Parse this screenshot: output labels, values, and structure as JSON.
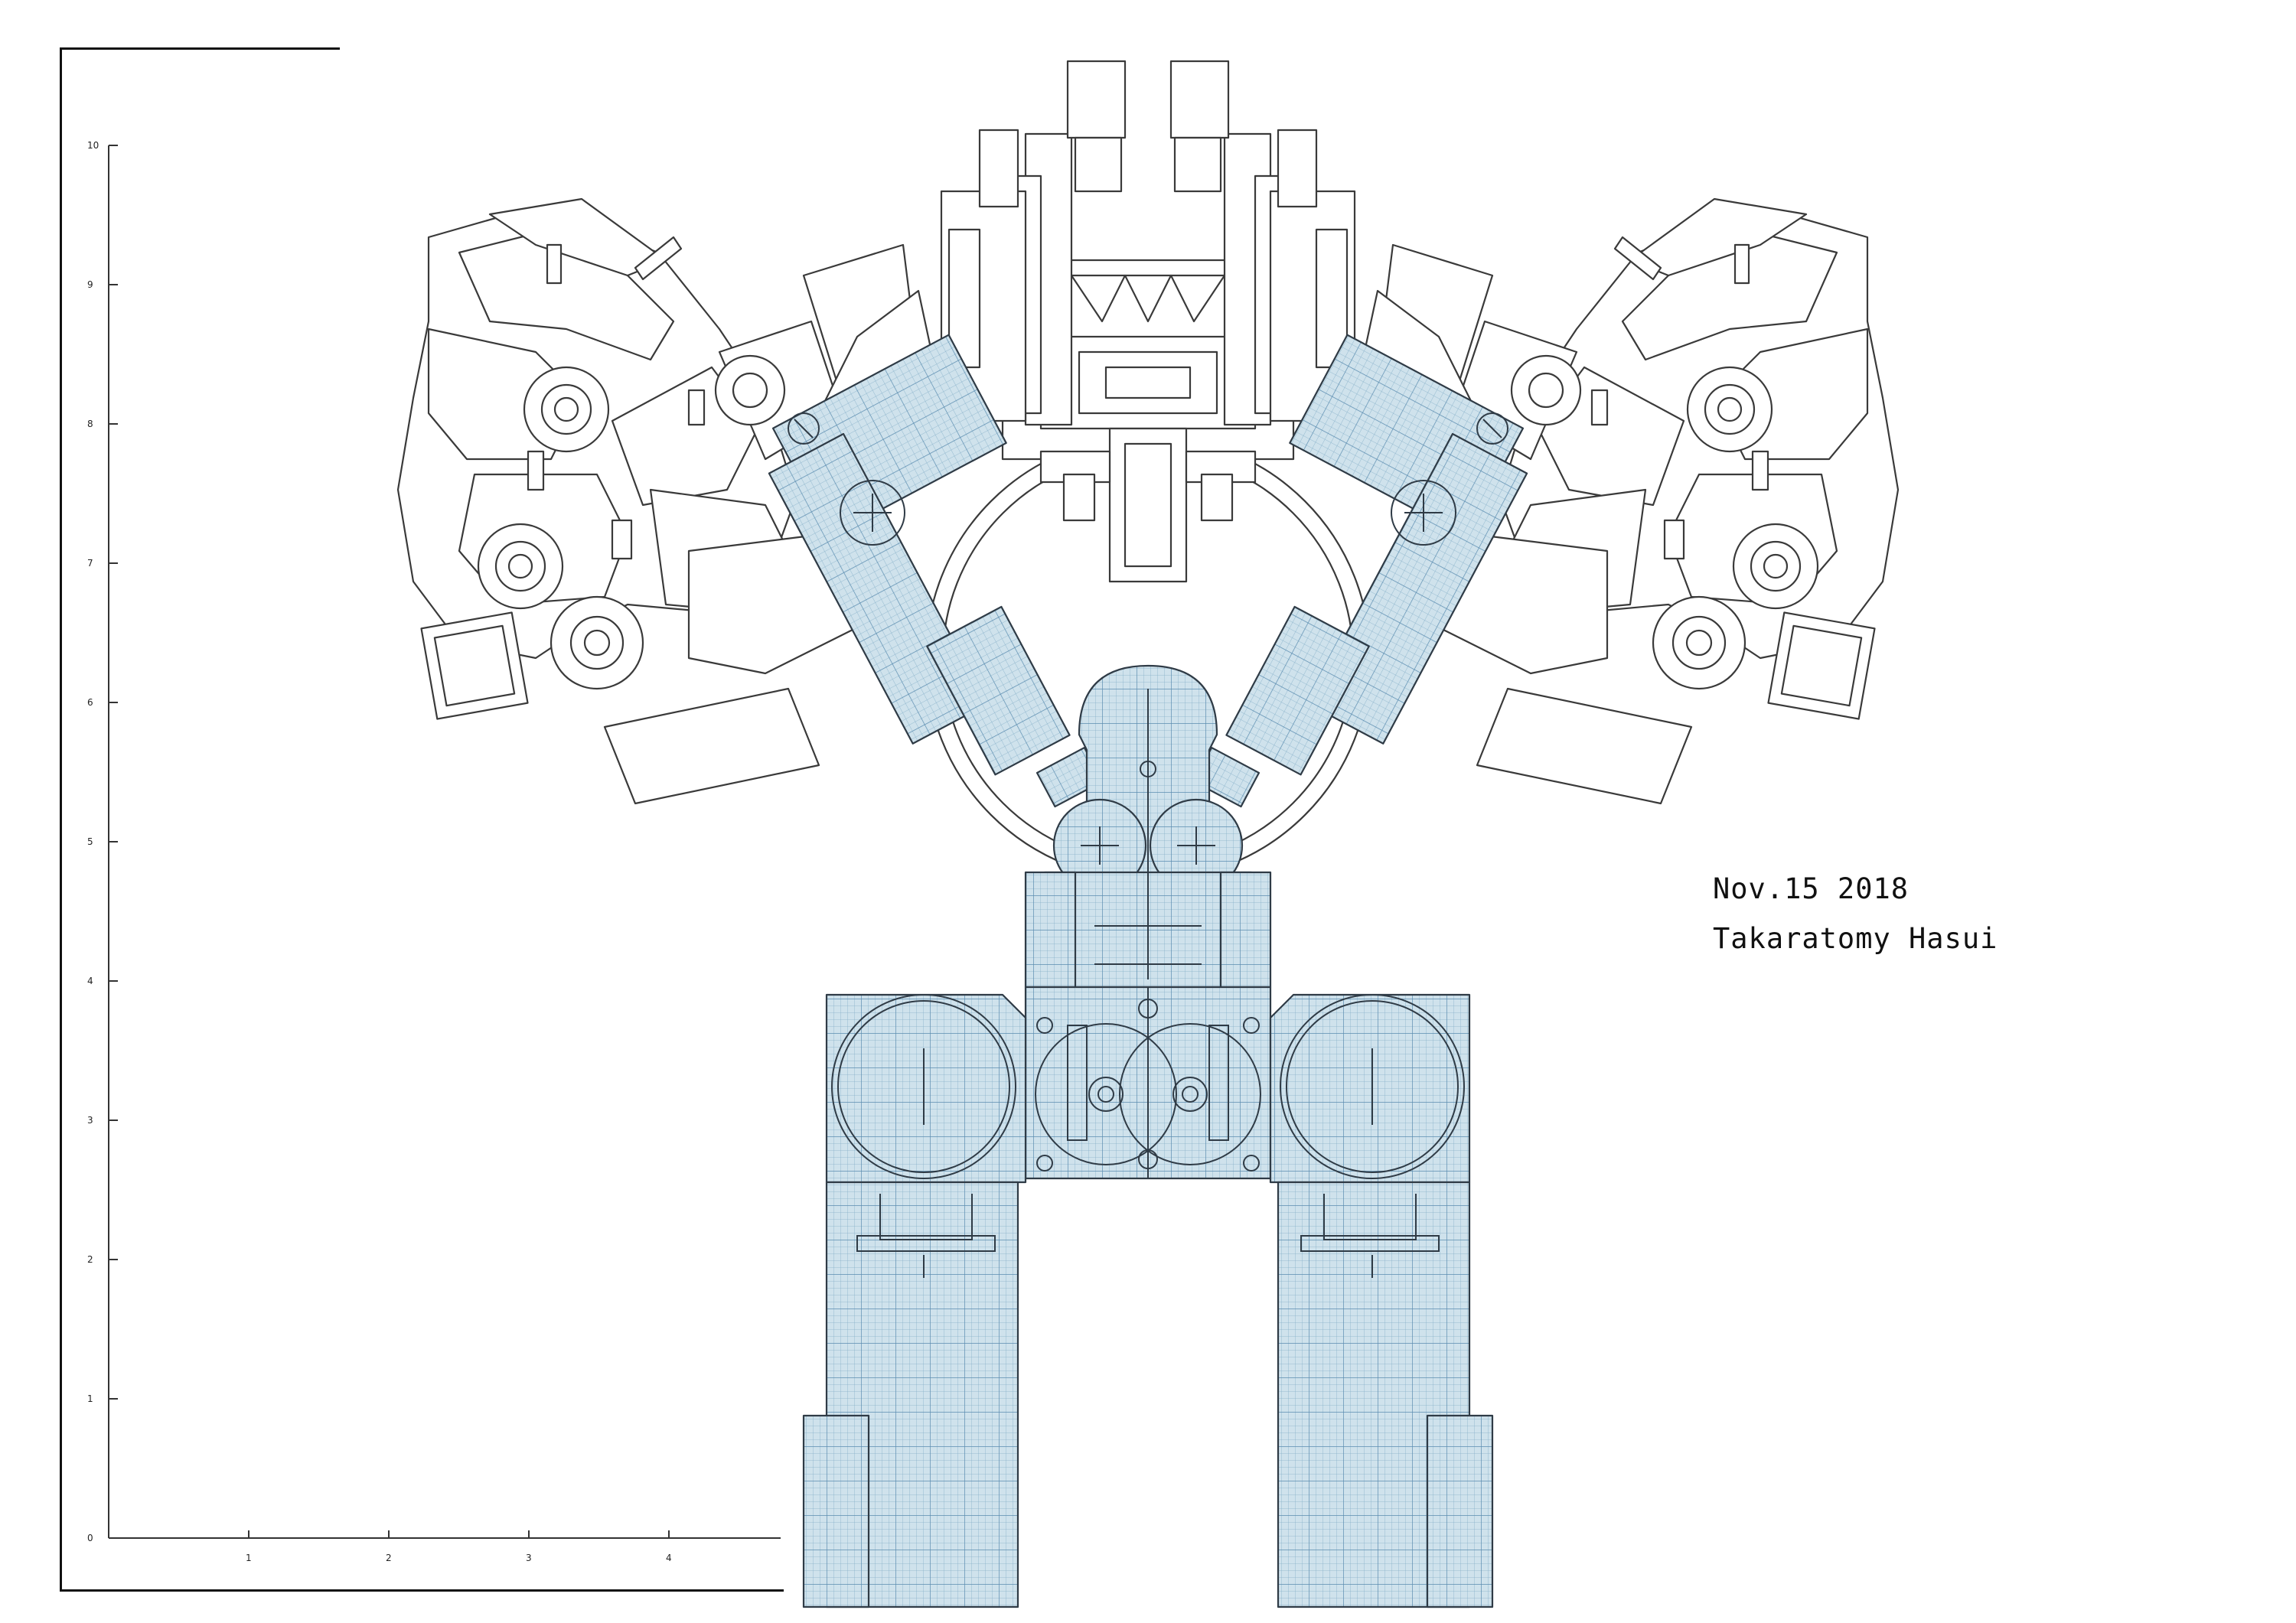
{
  "signature": {
    "date": "Nov.15 2018",
    "author": "Takaratomy Hasui"
  },
  "axes": {
    "y_ticks": [
      "0",
      "1",
      "2",
      "3",
      "4",
      "5",
      "6",
      "7",
      "8",
      "9",
      "10"
    ],
    "x_ticks": [
      "1",
      "2",
      "3",
      "4"
    ]
  },
  "colors": {
    "line": "#3a3a3a",
    "grid_fill": "#c9dde8",
    "grid_line": "#6f9fbf"
  }
}
